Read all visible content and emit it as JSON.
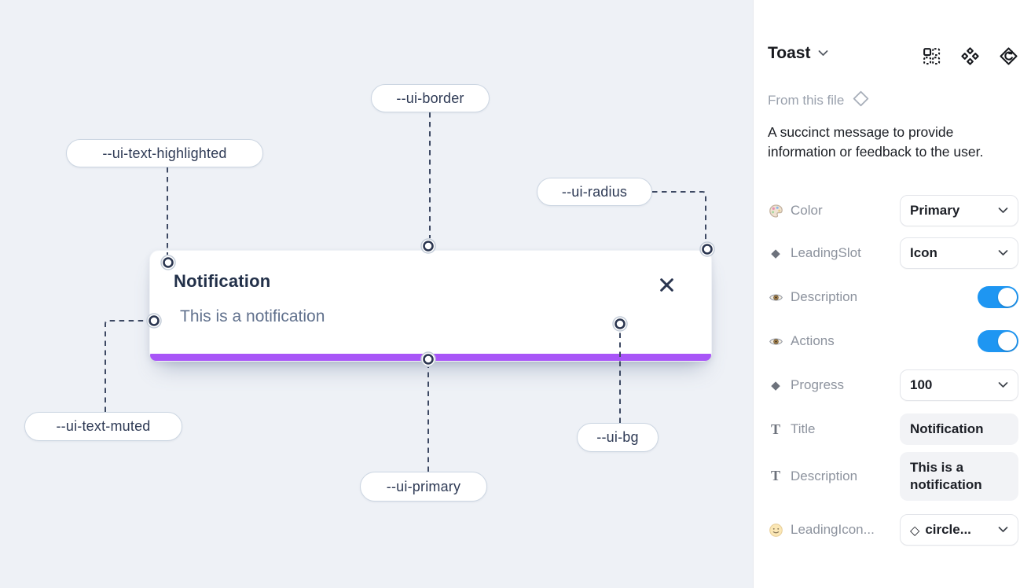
{
  "canvas": {
    "toast": {
      "title": "Notification",
      "description": "This is a notification"
    },
    "labels": {
      "border": "--ui-border",
      "text_highlighted": "--ui-text-highlighted",
      "radius": "--ui-radius",
      "text_muted": "--ui-text-muted",
      "primary": "--ui-primary",
      "bg": "--ui-bg"
    },
    "colors": {
      "canvas_bg": "#eef1f6",
      "toast_bg": "#ffffff",
      "primary_bar": "#a855f7",
      "dash_line": "#3d4963",
      "title_text": "#223049",
      "muted_text": "#61718d"
    }
  },
  "panel": {
    "header": {
      "title": "Toast",
      "icons": [
        "dashed-grid-icon",
        "four-diamonds-icon",
        "diamond-swap-icon"
      ]
    },
    "source_label": "From this file",
    "source_icon": "diamond-outline-icon",
    "description": "A succinct message to provide information or feedback to the user.",
    "colors": {
      "toggle_on": "#1e96f2",
      "field_bg": "#f2f3f6"
    },
    "properties": [
      {
        "icon": "palette-icon",
        "label": "Color",
        "control": "select",
        "value": "Primary"
      },
      {
        "icon": "diamond-icon",
        "label": "LeadingSlot",
        "control": "select",
        "value": "Icon"
      },
      {
        "icon": "eye-icon",
        "label": "Description",
        "control": "toggle",
        "value": true
      },
      {
        "icon": "eye-icon",
        "label": "Actions",
        "control": "toggle",
        "value": true
      },
      {
        "icon": "diamond-icon",
        "label": "Progress",
        "control": "select",
        "value": "100"
      },
      {
        "icon": "text-icon",
        "label": "Title",
        "control": "text",
        "value": "Notification"
      },
      {
        "icon": "text-icon",
        "label": "Description",
        "control": "text",
        "value": "This is a notification"
      },
      {
        "icon": "smiley-icon",
        "label": "LeadingIcon...",
        "control": "select",
        "value": "circle...",
        "value_icon": "diamond-outline-icon"
      }
    ]
  }
}
